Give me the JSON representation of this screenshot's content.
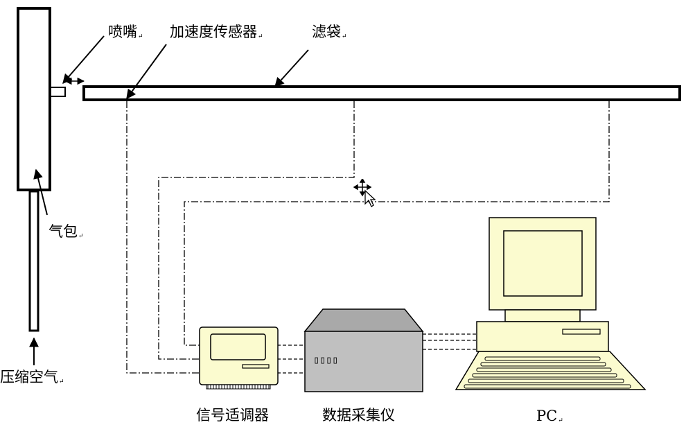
{
  "labels": {
    "nozzle": "喷嘴",
    "accelerometer": "加速度传感器",
    "filter_bag": "滤袋",
    "air_bag": "气包",
    "compressed_air": "压缩空气",
    "signal_conditioner": "信号适调器",
    "daq": "数据采集仪",
    "pc": "PC"
  },
  "paragraph_mark": "↵",
  "daq_indicators": "▯▯▯▯",
  "colors": {
    "equipment_fill": "#fbfbcf",
    "daq_front": "#c0c0c0",
    "daq_top": "#a9a9a9",
    "line": "#000000"
  }
}
